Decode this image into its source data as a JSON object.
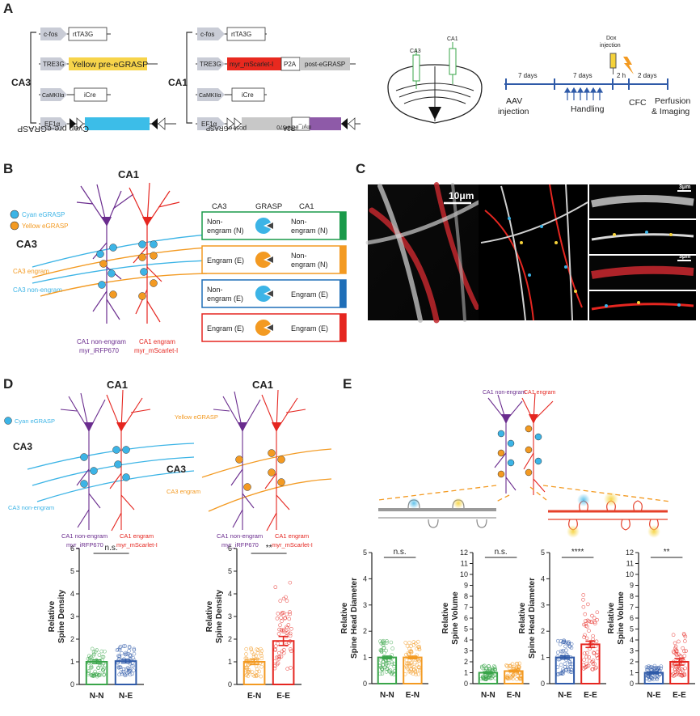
{
  "panel_labels": [
    "A",
    "B",
    "C",
    "D",
    "E"
  ],
  "panel_a": {
    "ca3_label": "CA3",
    "ca1_label": "CA1",
    "ca3_constructs": [
      {
        "promoter": "c-fos",
        "parts": [
          "rtTA3G"
        ]
      },
      {
        "promoter": "TRE3G",
        "parts": [
          "Yellow pre-eGRASP"
        ]
      },
      {
        "promoter": "CaMKIIα",
        "parts": [
          "iCre"
        ]
      },
      {
        "promoter": "EF1α",
        "parts": [
          "Cyan pre-eGRASP"
        ]
      }
    ],
    "ca1_constructs": [
      {
        "promoter": "c-fos",
        "parts": [
          "rtTA3G"
        ]
      },
      {
        "promoter": "TRE3G",
        "parts": [
          "myr_mScarlet-I",
          "P2A",
          "post-eGRASP"
        ]
      },
      {
        "promoter": "CaMKIIα",
        "parts": [
          "iCre"
        ]
      },
      {
        "promoter": "EF1α",
        "parts": [
          "post-eGRASP",
          "P2A",
          "myr_iRFP670"
        ]
      }
    ],
    "brain_labels": [
      "CA3",
      "CA1"
    ],
    "timeline": {
      "dox": "Dox\ninjection",
      "intervals": [
        "7 days",
        "7 days",
        "2 h",
        "2 days"
      ],
      "events": [
        "AAV\ninjection",
        "Handling",
        "CFC",
        "Perfusion\n& Imaging"
      ]
    }
  },
  "panel_b": {
    "title": "CA1",
    "region": "CA3",
    "legend": [
      "Cyan eGRASP",
      "Yellow eGRASP"
    ],
    "axon_labels": [
      "CA3 engram",
      "CA3 non-engram"
    ],
    "cell_labels": [
      "CA1 non-engram\nmyr_iRFP670",
      "CA1 engram\nmyr_mScarlet-I"
    ],
    "table_headers": [
      "CA3",
      "GRASP",
      "CA1"
    ],
    "table_rows": [
      {
        "ca3": "Non-\nengram (N)",
        "ca1": "Non-\nengram (N)",
        "grasp": "cyan",
        "color": "#1a9a4a"
      },
      {
        "ca3": "Engram (E)",
        "ca1": "Non-\nengram (N)",
        "grasp": "orange",
        "color": "#f39a22"
      },
      {
        "ca3": "Non-\nengram (E)",
        "ca1": "Engram (E)",
        "grasp": "cyan",
        "color": "#1f6fb8"
      },
      {
        "ca3": "Engram (E)",
        "ca1": "Engram (E)",
        "grasp": "orange",
        "color": "#e52620"
      }
    ]
  },
  "panel_c": {
    "scale_main": "10μm",
    "scale_small": [
      "3μm",
      "3μm"
    ]
  },
  "panel_d": {
    "left": {
      "title": "CA1",
      "region": "CA3",
      "legend": "Cyan eGRASP",
      "axon": "CA3 non-engram",
      "cells": [
        "CA1 non-engram\nmyr_iRFP670",
        "CA1 engram\nmyr_mScarlet-I"
      ]
    },
    "right": {
      "title": "CA1",
      "region": "CA3",
      "legend": "Yellow eGRASP",
      "axon": "CA3 engram",
      "cells": [
        "CA1 non-engram\nmyr_iRFP670",
        "CA1 engram\nmyr_mScarlet-I"
      ]
    }
  },
  "panel_e": {
    "cells": [
      "CA1 non-engram",
      "CA1 engram"
    ]
  },
  "colors": {
    "green": "#3aa54a",
    "orange": "#f39a22",
    "blue": "#2f5aa8",
    "red": "#e52620",
    "cyan": "#3cb4e6",
    "purple": "#6a2c8e",
    "yellow": "#f5d23a"
  },
  "chart_data": [
    {
      "type": "bar",
      "ylabel": "Relative\nSpine Density",
      "categories": [
        "N-N",
        "N-E"
      ],
      "values": [
        1.0,
        1.03
      ],
      "errors": [
        0.08,
        0.08
      ],
      "ylim": [
        0,
        6
      ],
      "yticks": [
        0,
        1,
        2,
        3,
        4,
        5,
        6
      ],
      "significance": "n.s.",
      "colors": [
        "#3aa54a",
        "#2f5aa8"
      ]
    },
    {
      "type": "bar",
      "ylabel": "Relative\nSpine Density",
      "categories": [
        "E-N",
        "E-E"
      ],
      "values": [
        1.0,
        1.92
      ],
      "errors": [
        0.12,
        0.2
      ],
      "ylim": [
        0,
        6
      ],
      "yticks": [
        0,
        1,
        2,
        3,
        4,
        5,
        6
      ],
      "significance": "**",
      "colors": [
        "#f39a22",
        "#e52620"
      ]
    },
    {
      "type": "bar",
      "ylabel": "Relative\nSpine Head Diameter",
      "categories": [
        "N-N",
        "E-N"
      ],
      "values": [
        1.0,
        1.0
      ],
      "errors": [
        0.05,
        0.05
      ],
      "ylim": [
        0,
        5
      ],
      "yticks": [
        0,
        1,
        2,
        3,
        4,
        5
      ],
      "significance": "n.s.",
      "colors": [
        "#3aa54a",
        "#f39a22"
      ]
    },
    {
      "type": "bar",
      "ylabel": "Relative\nSpine Volume",
      "categories": [
        "N-N",
        "E-N"
      ],
      "values": [
        1.0,
        1.15
      ],
      "errors": [
        0.08,
        0.08
      ],
      "ylim": [
        0,
        12
      ],
      "yticks": [
        0,
        1,
        2,
        3,
        4,
        5,
        6,
        7,
        8,
        9,
        10,
        11,
        12
      ],
      "significance": "n.s.",
      "colors": [
        "#3aa54a",
        "#f39a22"
      ]
    },
    {
      "type": "bar",
      "ylabel": "Relative\nSpine Head Diameter",
      "categories": [
        "N-E",
        "E-E"
      ],
      "values": [
        1.0,
        1.5
      ],
      "errors": [
        0.06,
        0.12
      ],
      "ylim": [
        0,
        5
      ],
      "yticks": [
        0,
        1,
        2,
        3,
        4,
        5
      ],
      "significance": "****",
      "colors": [
        "#2f5aa8",
        "#e52620"
      ]
    },
    {
      "type": "bar",
      "ylabel": "Relative\nSpine Volume",
      "categories": [
        "N-E",
        "E-E"
      ],
      "values": [
        1.0,
        2.0
      ],
      "errors": [
        0.1,
        0.3
      ],
      "ylim": [
        0,
        12
      ],
      "yticks": [
        0,
        1,
        2,
        3,
        4,
        5,
        6,
        7,
        8,
        9,
        10,
        11,
        12
      ],
      "significance": "**",
      "colors": [
        "#2f5aa8",
        "#e52620"
      ]
    }
  ]
}
